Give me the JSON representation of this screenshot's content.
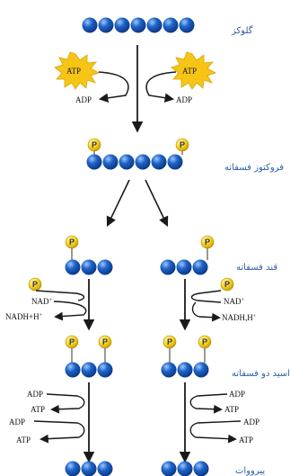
{
  "labels": {
    "glucose": "گلوکز",
    "fructose_bisphosphate": "فروکتوز فسفاته",
    "sugar_phosphate": "قند فسفاته",
    "bisphosphoglycerate": "اسید دو فسفاته",
    "pyruvate": "پیرووات"
  },
  "molecules": {
    "atp": "ATP",
    "adp": "ADP",
    "nad_plus": "NAD",
    "nad_plus_sup": "+",
    "nadh_left": "NADH+H",
    "nadh_left_sup": "+",
    "nadh_right": "NADH,H",
    "nadh_right_sup": "+",
    "phosphate": "P"
  },
  "colors": {
    "carbon": "#1f63c9",
    "carbon_dark": "#0c3a86",
    "phosphate": "#f4d21e",
    "atp_burst": "#f6c516",
    "arrow": "#1a1a1a",
    "label": "#2a5fa8"
  }
}
